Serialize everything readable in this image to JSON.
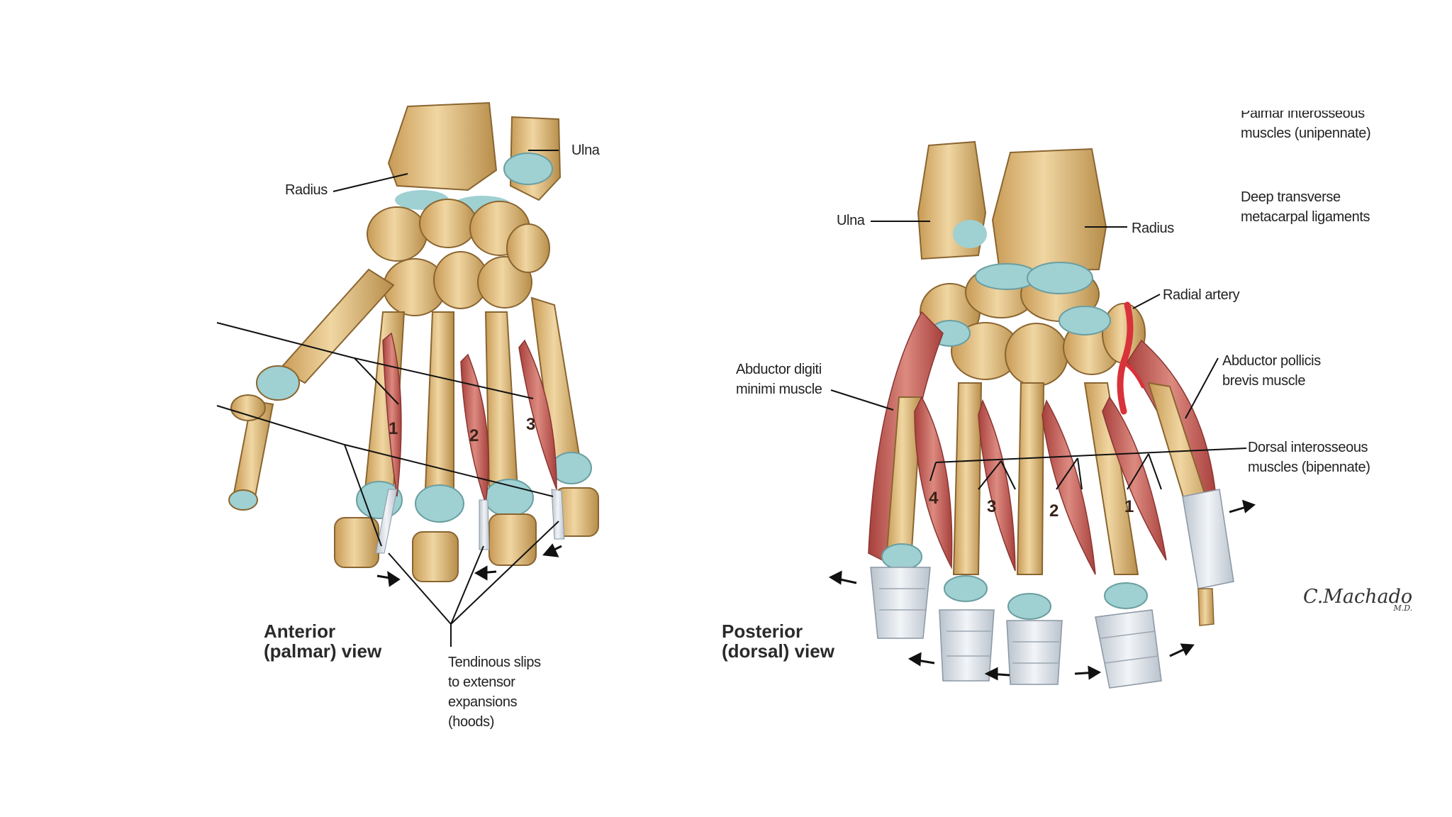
{
  "anterior": {
    "view_line1": "Anterior",
    "view_line2": "(palmar) view",
    "labels": {
      "radius": "Radius",
      "ulna": "Ulna",
      "tendinous_slips": [
        "Tendinous slips",
        "to extensor",
        "expansions",
        "(hoods)"
      ]
    },
    "muscle_numbers": [
      "1",
      "2",
      "3"
    ]
  },
  "posterior": {
    "view_line1": "Posterior",
    "view_line2": "(dorsal) view",
    "labels": {
      "ulna": "Ulna",
      "radius": "Radius",
      "radial_artery": "Radial artery",
      "abductor_digiti_minimi": [
        "Abductor digiti",
        "minimi muscle"
      ],
      "abductor_pollicis_brevis": [
        "Abductor pollicis",
        "brevis muscle"
      ],
      "dorsal_interosseous": [
        "Dorsal interosseous",
        "muscles (bipennate)"
      ]
    },
    "muscle_numbers": [
      "4",
      "3",
      "2",
      "1"
    ]
  },
  "right_column": {
    "palmar_interosseous": [
      "Palmar interosseous",
      "muscles (unipennate)"
    ],
    "deep_transverse": [
      "Deep transverse",
      "metacarpal ligaments"
    ]
  },
  "signature": {
    "name": "C.Machado",
    "suffix": "M.D."
  },
  "colors": {
    "bone": "#e3c488",
    "bone_shade": "#b78d4a",
    "cartilage": "#9fd0d2",
    "muscle": "#c85a56",
    "tendon": "#dde3ea",
    "artery": "#d8323a"
  }
}
